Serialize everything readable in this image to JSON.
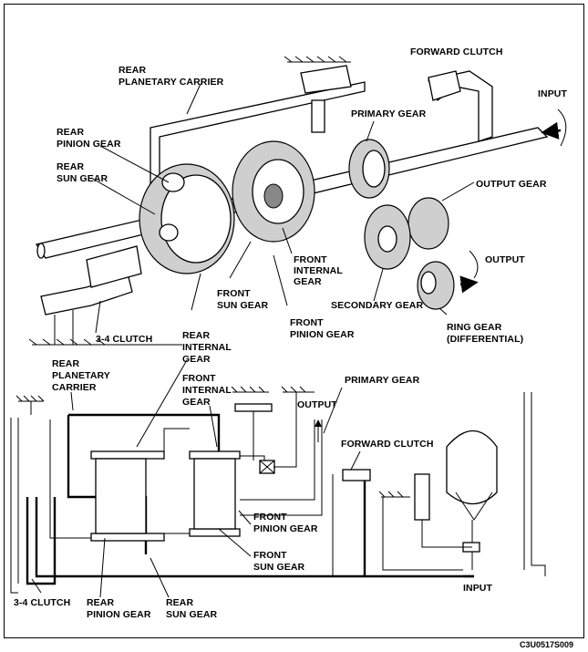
{
  "figure_code": "C3U0517S009",
  "top_labels": {
    "forward_clutch": "FORWARD CLUTCH",
    "rear_planetary_carrier": [
      "REAR",
      "PLANETARY CARRIER"
    ],
    "input": "INPUT",
    "rear_pinion_gear": [
      "REAR",
      "PINION GEAR"
    ],
    "primary_gear": "PRIMARY GEAR",
    "rear_sun_gear": [
      "REAR",
      "SUN GEAR"
    ],
    "output_gear": "OUTPUT GEAR",
    "front_internal_gear": [
      "FRONT",
      "INTERNAL",
      "GEAR"
    ],
    "output": "OUTPUT",
    "front_sun_gear": [
      "FRONT",
      "SUN GEAR"
    ],
    "secondary_gear": "SECONDARY GEAR",
    "clutch_34": "3-4 CLUTCH",
    "front_pinion_gear": [
      "FRONT",
      "PINION GEAR"
    ],
    "ring_gear": [
      "RING GEAR",
      "(DIFFERENTIAL)"
    ],
    "rear_internal_gear": [
      "REAR",
      "INTERNAL",
      "GEAR"
    ]
  },
  "bottom_labels": {
    "rear_planetary_carrier": [
      "REAR",
      "PLANETARY",
      "CARRIER"
    ],
    "front_internal_gear": [
      "FRONT",
      "INTERNAL",
      "GEAR"
    ],
    "primary_gear": "PRIMARY GEAR",
    "output": "OUTPUT",
    "forward_clutch": "FORWARD CLUTCH",
    "front_pinion_gear": [
      "FRONT",
      "PINION GEAR"
    ],
    "front_sun_gear": [
      "FRONT",
      "SUN GEAR"
    ],
    "input": "INPUT",
    "clutch_34": "3-4 CLUTCH",
    "rear_pinion_gear": [
      "REAR",
      "PINION GEAR"
    ],
    "rear_sun_gear": [
      "REAR",
      "SUN GEAR"
    ]
  }
}
